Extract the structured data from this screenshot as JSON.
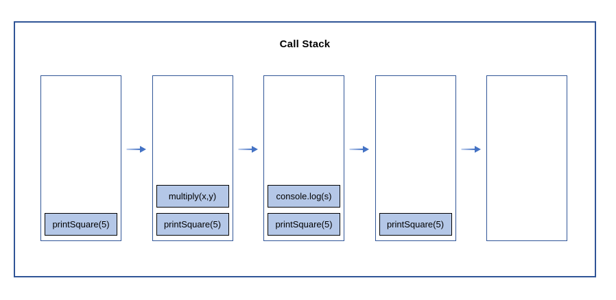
{
  "title": "Call Stack",
  "frames": [
    {
      "name": "stack-frame-1",
      "calls": [
        "printSquare(5)"
      ]
    },
    {
      "name": "stack-frame-2",
      "calls": [
        "multiply(x,y)",
        "printSquare(5)"
      ]
    },
    {
      "name": "stack-frame-3",
      "calls": [
        "console.log(s)",
        "printSquare(5)"
      ]
    },
    {
      "name": "stack-frame-4",
      "calls": [
        "printSquare(5)"
      ]
    },
    {
      "name": "stack-frame-5",
      "calls": []
    }
  ],
  "icons": {
    "flow_arrow": "right-arrow"
  },
  "colors": {
    "outer_border": "#2f5496",
    "frame_border": "#2f5496",
    "call_box_fill": "#b4c7e7",
    "call_box_border": "#000000",
    "arrow_head": "#4472c4",
    "arrow_tail": "#c3d2ee",
    "title_color": "#000000"
  }
}
